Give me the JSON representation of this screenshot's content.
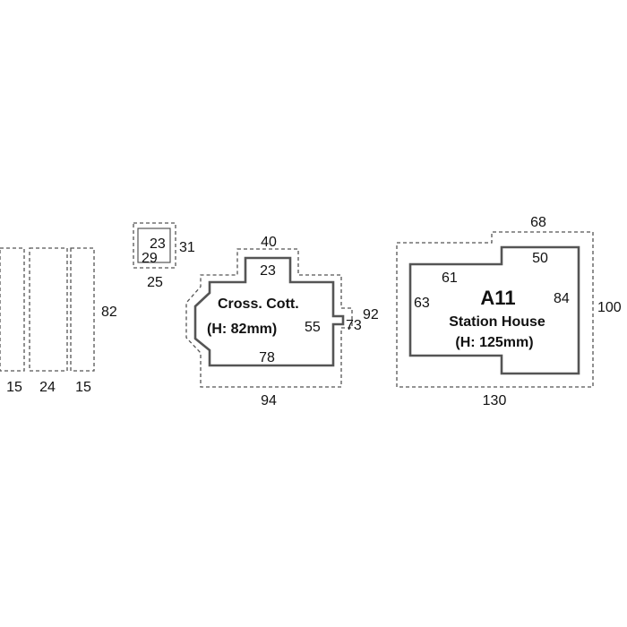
{
  "walls": {
    "left_width": "15",
    "middle_width": "24",
    "right_width": "15",
    "height": "82"
  },
  "small_piece": {
    "inner_dim_a": "23",
    "inner_dim_b": "29",
    "outer_right": "31",
    "outer_bottom": "25"
  },
  "cross_cottages": {
    "name": "Cross. Cott.",
    "height_note": "(H: 82mm)",
    "top_outer": "40",
    "top_inner": "23",
    "right_inner": "55",
    "right_outer": "73",
    "bottom_inner": "78",
    "bottom_outer": "94"
  },
  "station_house": {
    "code": "A11",
    "name": "Station House",
    "height_note": "(H: 125mm)",
    "left_outer": "92",
    "top_outer": "68",
    "top_inner": "50",
    "left_step_inner": "61",
    "left_inner": "63",
    "right_inner": "84",
    "right_outer": "100",
    "bottom_outer": "130"
  }
}
